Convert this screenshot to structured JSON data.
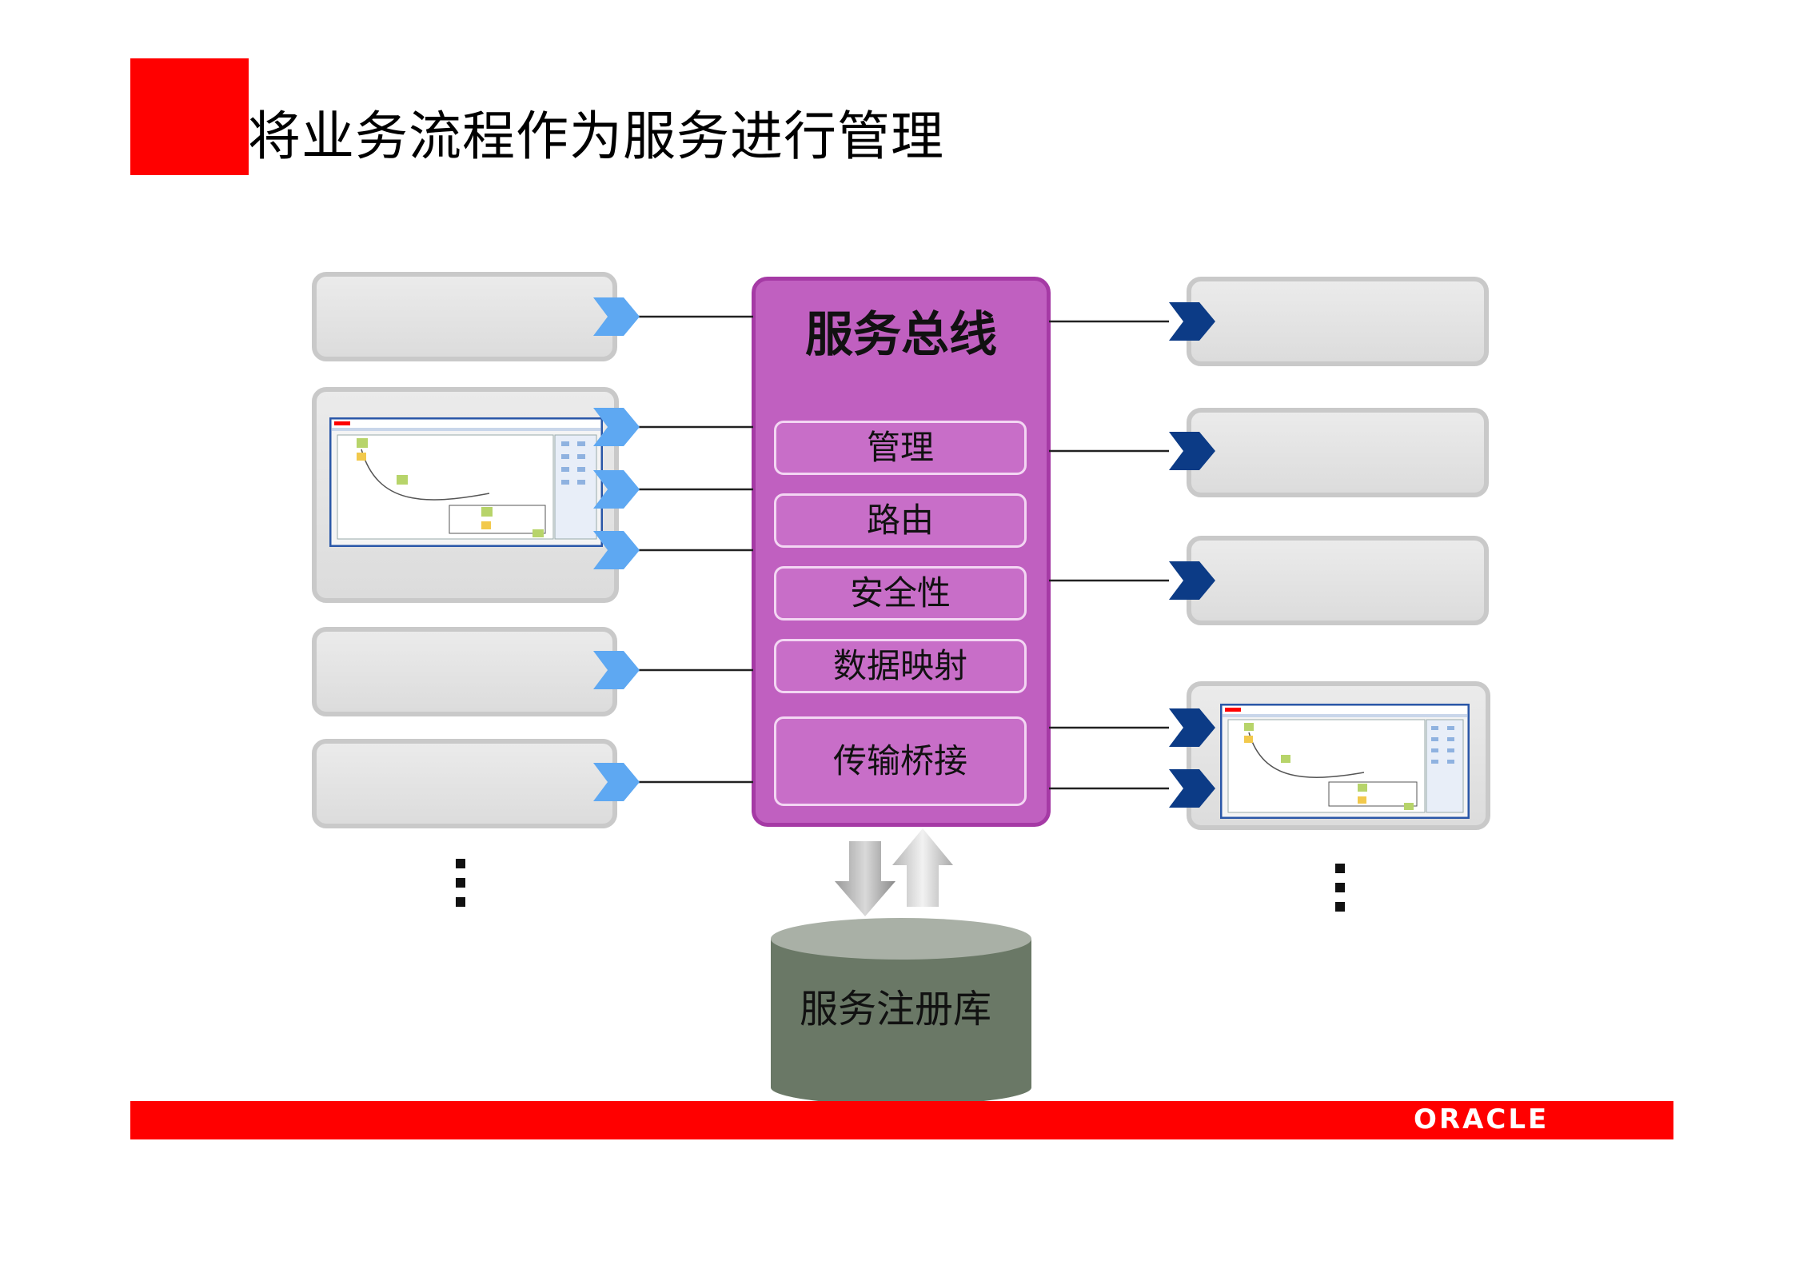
{
  "title": "将业务流程作为服务进行管理",
  "bus": {
    "title": "服务总线",
    "functions": [
      "管理",
      "路由",
      "安全性",
      "数据映射",
      "传输桥接"
    ]
  },
  "repository": {
    "label": "服务注册库"
  },
  "footer": {
    "logo_text": "ORACLE"
  },
  "colors": {
    "accent_red": "#ff0000",
    "bus_fill": "#c060c0",
    "left_arrow": "#5ea8f2",
    "right_arrow": "#0c3b86",
    "repository_fill": "#6a7866"
  }
}
